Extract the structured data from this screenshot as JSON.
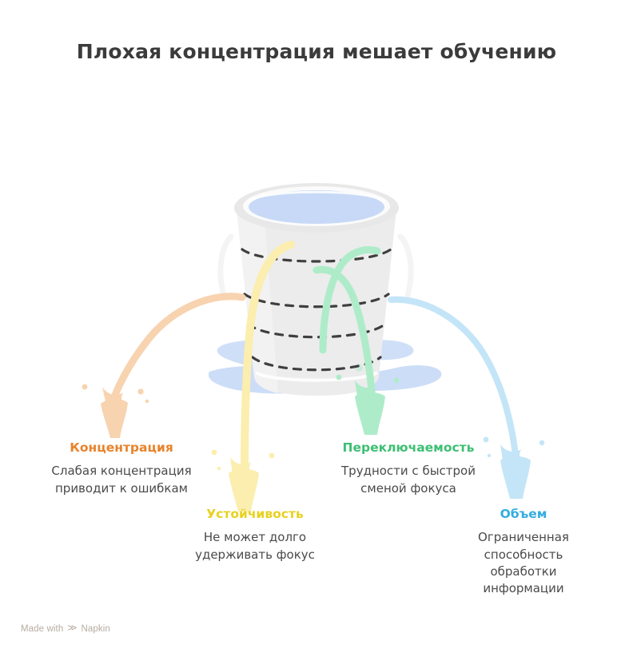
{
  "title": "Плохая концентрация мешает обучению",
  "illustration": {
    "name": "leaky-bucket-illustration",
    "description": "Серое ведро с водой и четырьмя протечками",
    "colors": {
      "bucket_body": "#ececec",
      "bucket_rim": "#e8e8e8",
      "water_surface": "#c7d9f6",
      "puddle": "#c7d9f6",
      "crack_dash": "#3f3f3f",
      "stream_orange": "#f8d3b0",
      "stream_yellow": "#fbeeae",
      "stream_green": "#aeecc9",
      "stream_blue": "#c3e5f7"
    }
  },
  "groups": [
    {
      "key": "focus",
      "heading": "Концентрация",
      "heading_color": "#e8832a",
      "description": "Слабая концентрация приводит к ошибкам"
    },
    {
      "key": "stability",
      "heading": "Устойчивость",
      "heading_color": "#e8d11e",
      "description": "Не может долго удерживать фокус"
    },
    {
      "key": "switching",
      "heading": "Переключаемость",
      "heading_color": "#3dbf73",
      "description": "Трудности с быстрой сменой фокуса"
    },
    {
      "key": "capacity",
      "heading": "Объем",
      "heading_color": "#35ace0",
      "description": "Ограниченная способность обработки информации"
    }
  ],
  "watermark": {
    "prefix": "Made with",
    "mark": "≫",
    "brand": "Napkin"
  }
}
